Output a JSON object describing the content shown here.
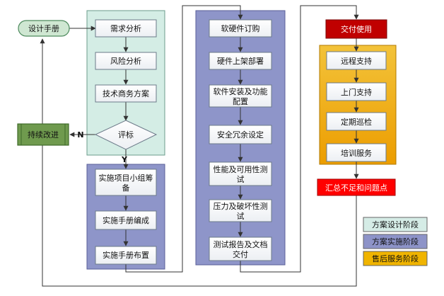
{
  "start": {
    "label": "设计手册"
  },
  "improve": {
    "label": "持续改进"
  },
  "phase1": {
    "steps": [
      "需求分析",
      "风险分析",
      "技术商务方案"
    ],
    "decision": "评标",
    "no_label": "N",
    "yes_label": "Y"
  },
  "phase2": {
    "steps": [
      [
        "实施项目小组筹",
        "备"
      ],
      [
        "实施手册编成"
      ],
      [
        "实施手册布置"
      ]
    ]
  },
  "phase3": {
    "steps": [
      [
        "软硬件订购"
      ],
      [
        "硬件上架部署"
      ],
      [
        "软件安装及功能",
        "配置"
      ],
      [
        "安全冗余设定"
      ],
      [
        "性能及可用性测",
        "试"
      ],
      [
        "压力及破坏性测",
        "试"
      ],
      [
        "测试报告及文档",
        "交付"
      ]
    ]
  },
  "delivery": {
    "label": "交付使用"
  },
  "phase4": {
    "steps": [
      "远程支持",
      "上门支持",
      "定期巡检",
      "培训服务"
    ]
  },
  "summary": {
    "label": "汇总不足和问题点"
  },
  "legend": [
    {
      "label": "方案设计阶段",
      "color": "#d5ece6"
    },
    {
      "label": "方案实施阶段",
      "color": "#8d93c8"
    },
    {
      "label": "售后服务阶段",
      "color": "#f0b400"
    }
  ],
  "colors": {
    "green_phase": "#d4ede5",
    "blue_phase": "#8e95c9",
    "orange_phase": "#f0b100",
    "delivery_red": "#c00000",
    "summary_red": "#ff0000",
    "improve_green": "#6f9a4e",
    "start_fill": "#cfe7d2"
  }
}
